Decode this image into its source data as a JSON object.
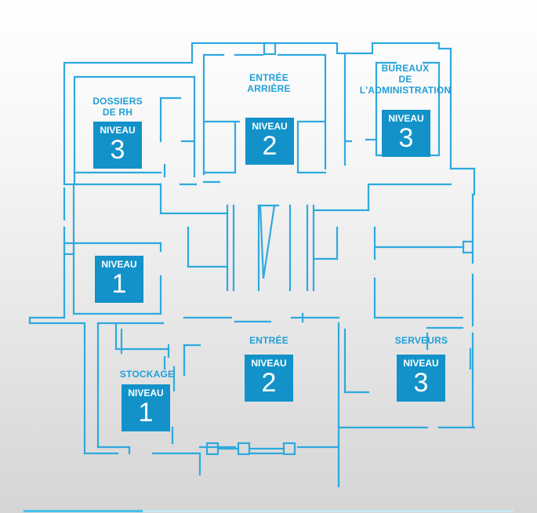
{
  "floorplan": {
    "rooms": [
      {
        "label": "DOSSIERS\nDE RH",
        "level_label": "NIVEAU",
        "level": "3"
      },
      {
        "label": "ENTRÉE\nARRIÈRE",
        "level_label": "NIVEAU",
        "level": "2"
      },
      {
        "label": "BUREAUX\nDE\nL'ADMINISTRATION",
        "level_label": "NIVEAU",
        "level": "3"
      },
      {
        "label": "",
        "level_label": "NIVEAU",
        "level": "1"
      },
      {
        "label": "STOCKAGE",
        "level_label": "NIVEAU",
        "level": "1"
      },
      {
        "label": "ENTRÉE",
        "level_label": "NIVEAU",
        "level": "2"
      },
      {
        "label": "SERVEURS",
        "level_label": "NIVEAU",
        "level": "3"
      }
    ]
  },
  "colors": {
    "wall": "#2fa9de",
    "badge": "#1292c9",
    "label": "#1f9fd8"
  }
}
